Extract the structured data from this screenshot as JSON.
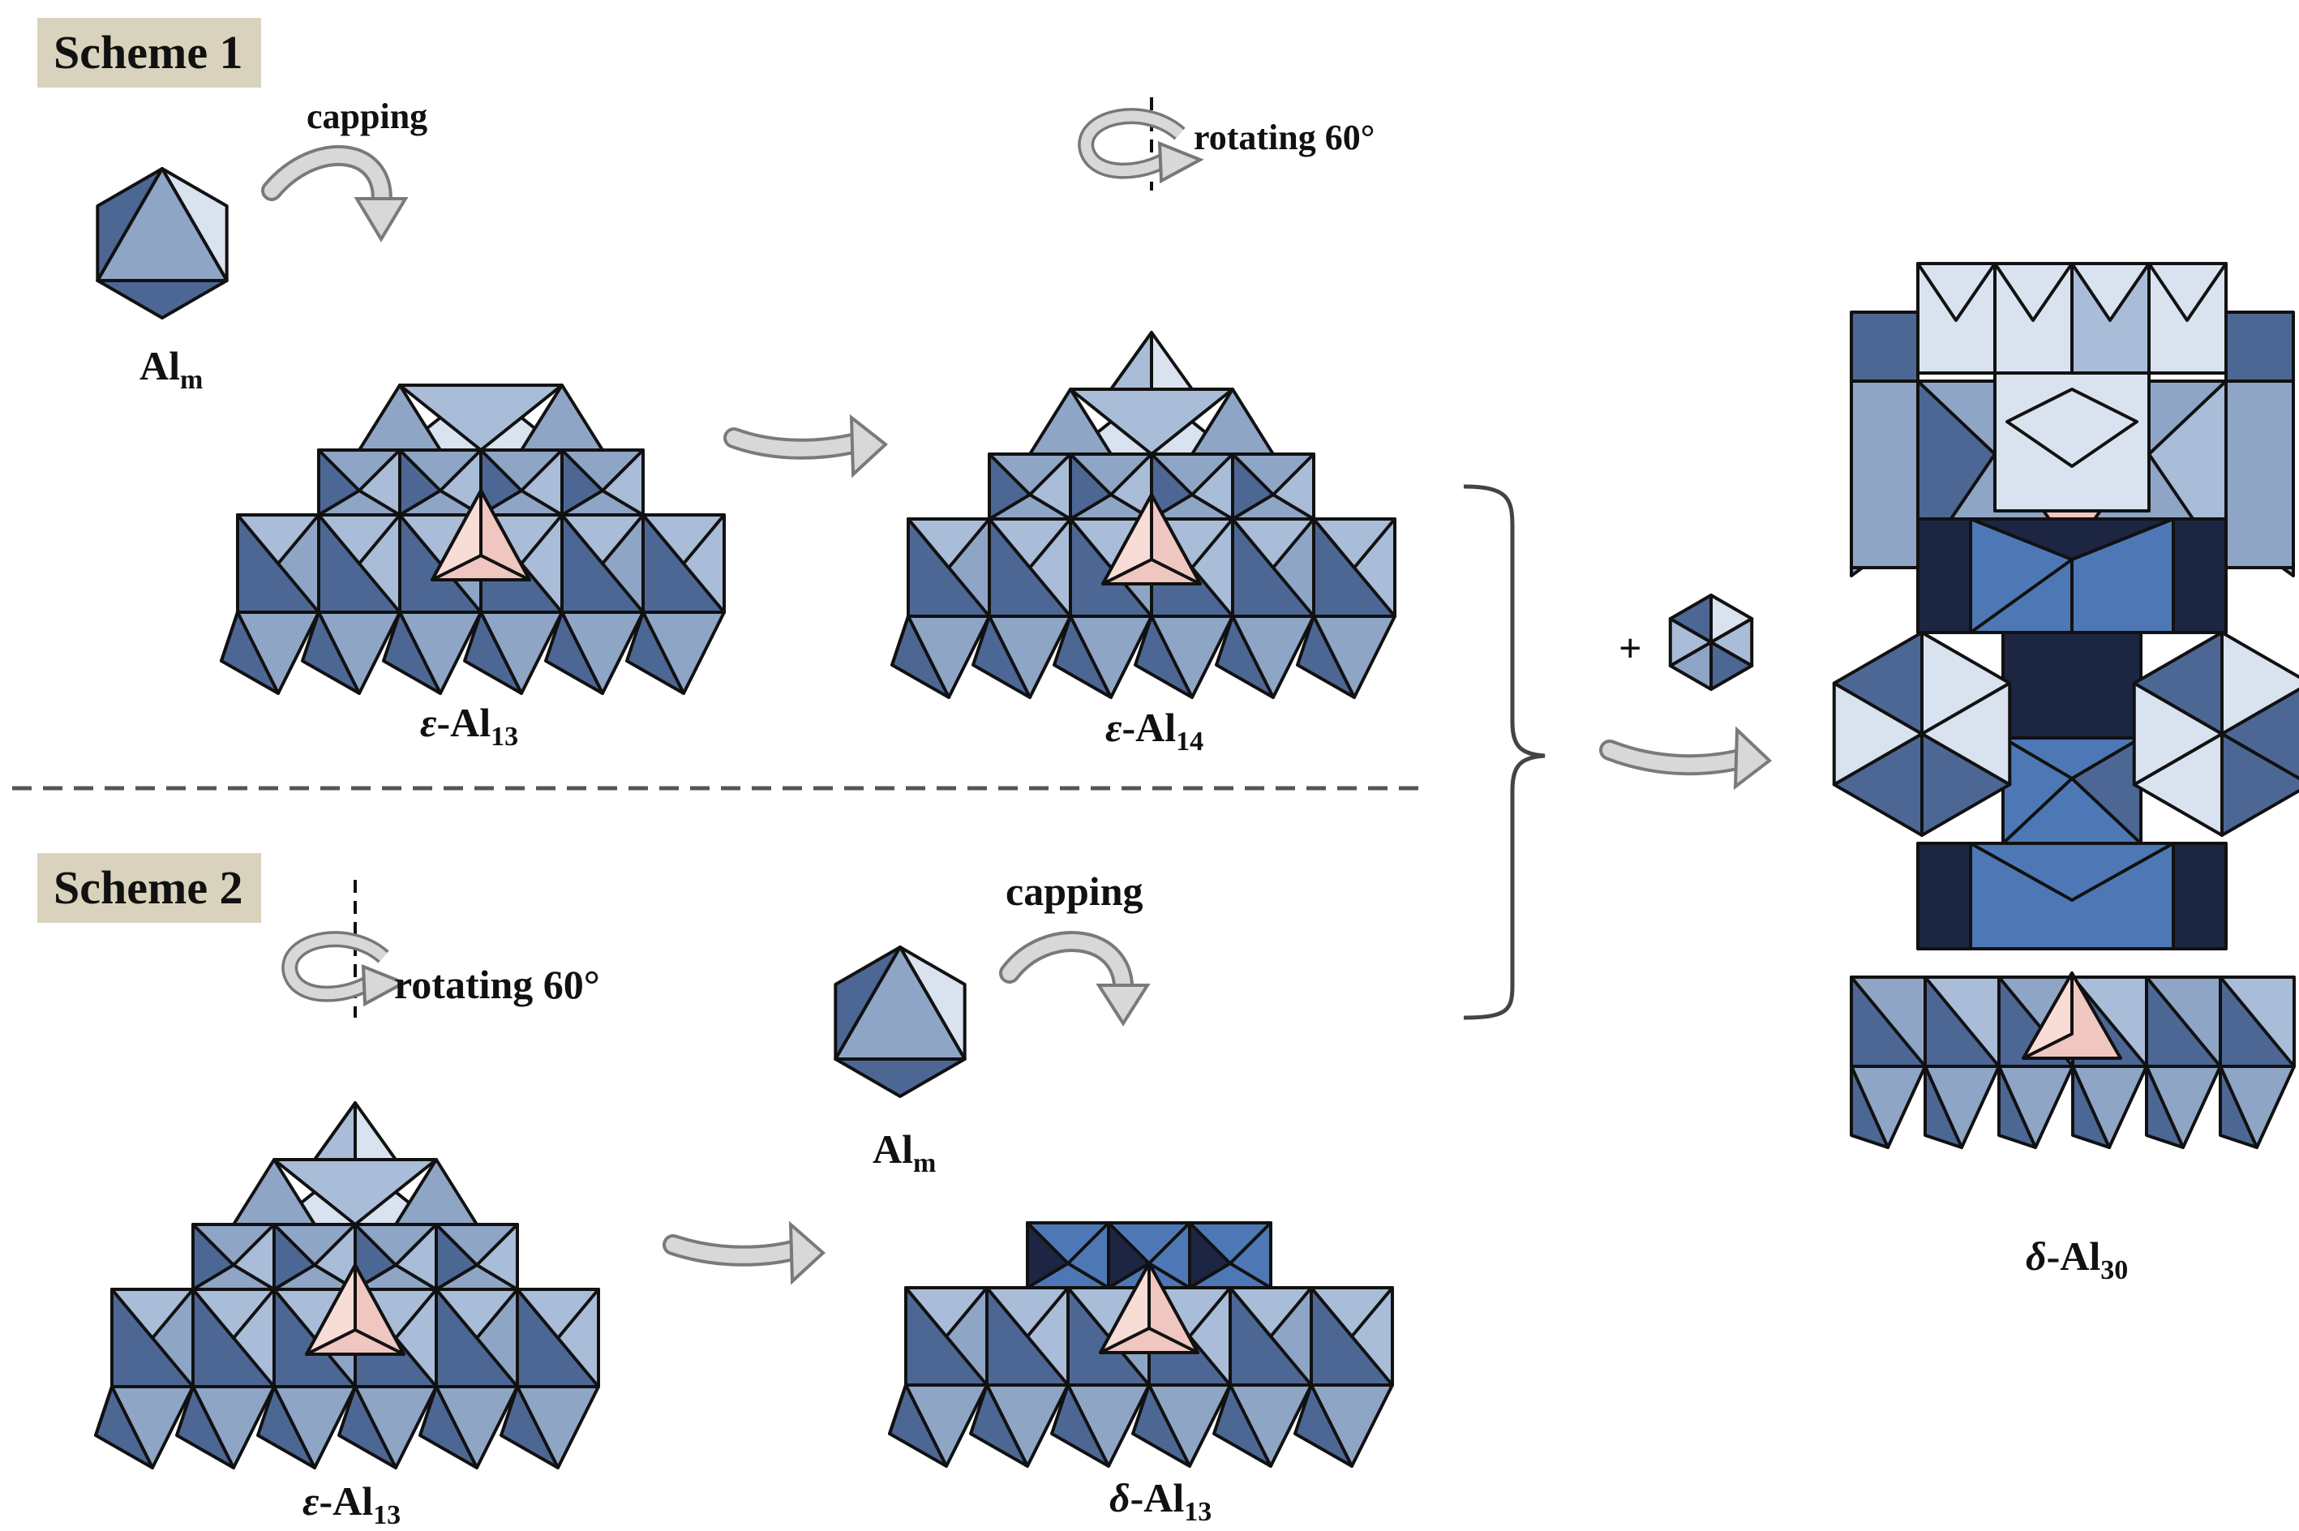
{
  "scheme1": {
    "tag": "Scheme 1"
  },
  "scheme2": {
    "tag": "Scheme 2"
  },
  "labels": {
    "capping": "capping",
    "rotating": "rotating 60°",
    "plus": "+",
    "al_m": {
      "main": "Al",
      "sub": "m"
    },
    "eps_al13": {
      "greek": "ε",
      "main": "-Al",
      "sub": "13"
    },
    "eps_al14": {
      "greek": "ε",
      "main": "-Al",
      "sub": "14"
    },
    "delta_al13": {
      "greek": "δ",
      "main": "-Al",
      "sub": "13"
    },
    "delta_al30": {
      "greek": "δ",
      "main": "-Al",
      "sub": "30"
    }
  },
  "colors": {
    "light": "#d9e2ef",
    "mid": "#8fa5c6",
    "midblue": "#a9bcd8",
    "dark": "#4d6795",
    "navy": "#1c2643",
    "royal": "#4e78b5",
    "pink": "#f0c6c0",
    "pinklight": "#f8dcd6",
    "tag": "#d9d3bd",
    "arrow": "#d8d8d8"
  }
}
